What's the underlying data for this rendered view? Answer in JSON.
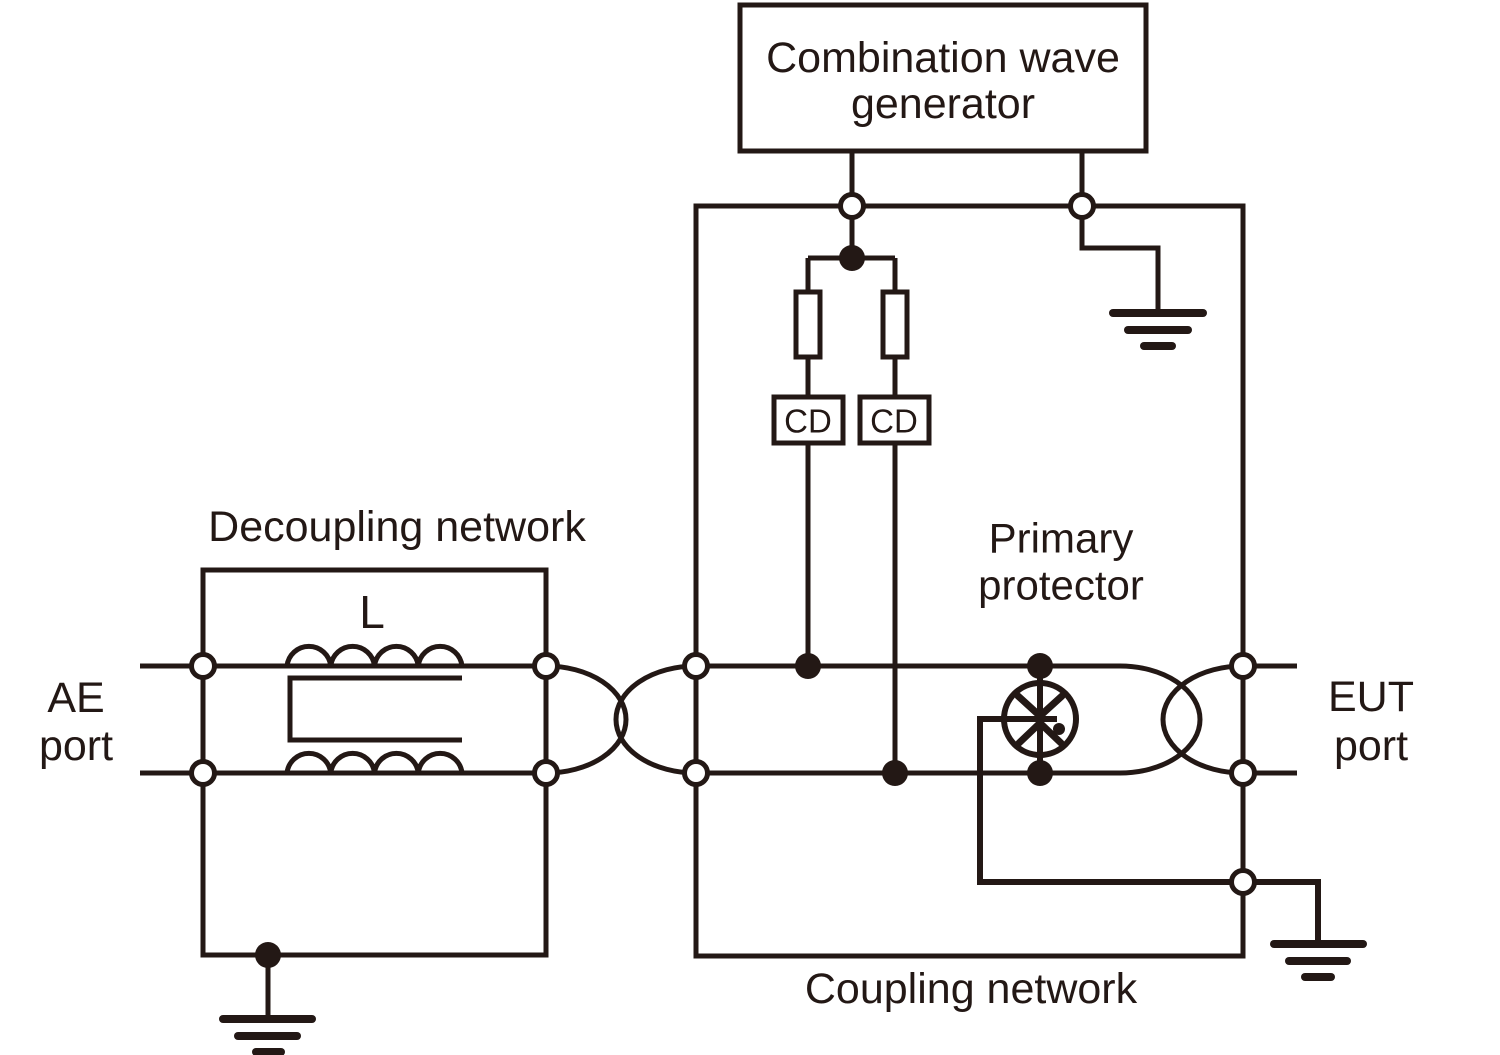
{
  "figure": {
    "type": "circuit-diagram",
    "description": "Surge immunity test setup: combination wave generator coupled to a shielded/unshielded line via coupling network with decoupling network, CD coupling devices and primary protector",
    "colors": {
      "line": "#231815",
      "background": "#ffffff"
    }
  },
  "generator": {
    "label_line1": "Combination wave",
    "label_line2": "generator"
  },
  "decoupling_network": {
    "label": "Decoupling network",
    "inductor_label": "L"
  },
  "coupling_network": {
    "label": "Coupling network"
  },
  "coupling_devices": {
    "left_label": "CD",
    "right_label": "CD"
  },
  "primary_protector": {
    "label_line1": "Primary",
    "label_line2": "protector"
  },
  "ports": {
    "ae": {
      "line1": "AE",
      "line2": "port"
    },
    "eut": {
      "line1": "EUT",
      "line2": "port"
    }
  },
  "symbols": {
    "grounds": 3,
    "open_terminals": 11,
    "junction_dots": 6,
    "resistors": 2,
    "twisted_pair_crossings": 2
  }
}
